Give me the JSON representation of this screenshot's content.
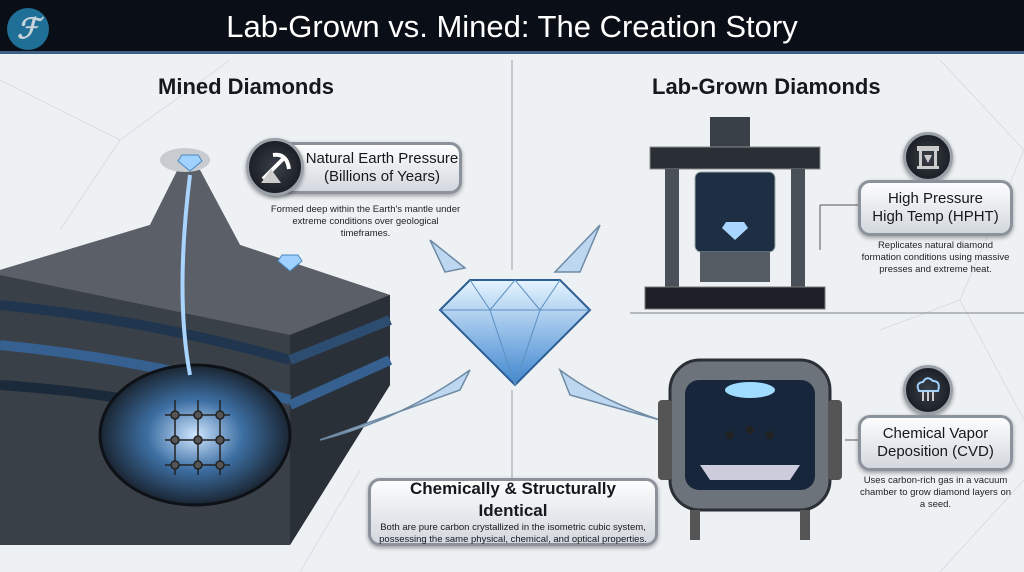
{
  "header": {
    "title": "Lab-Grown vs. Mined: The Creation Story",
    "logo_letter": "ℱ"
  },
  "mined": {
    "heading": "Mined Diamonds",
    "label_line1": "Natural Earth Pressure",
    "label_line2": "(Billions of Years)",
    "icon": "pickaxe-icon",
    "description": "Formed deep within the Earth's mantle under extreme conditions over geological timeframes."
  },
  "lab": {
    "heading": "Lab-Grown Diamonds",
    "hpht": {
      "label_line1": "High Pressure",
      "label_line2": "High Temp (HPHT)",
      "icon": "press-icon",
      "description": "Replicates natural diamond formation conditions using massive presses and extreme heat."
    },
    "cvd": {
      "label_line1": "Chemical Vapor",
      "label_line2": "Deposition (CVD)",
      "icon": "cloud-icon",
      "description": "Uses carbon-rich gas in a vacuum chamber to grow diamond layers on a seed."
    }
  },
  "center": {
    "title": "Chemically & Structurally Identical",
    "description": "Both are pure carbon crystallized in the isometric cubic system, possessing the same physical, chemical, and optical properties."
  },
  "colors": {
    "header_bg": "#0a0e16",
    "accent_blue": "#3d86c6",
    "logo_bg": "#1f6f96"
  }
}
